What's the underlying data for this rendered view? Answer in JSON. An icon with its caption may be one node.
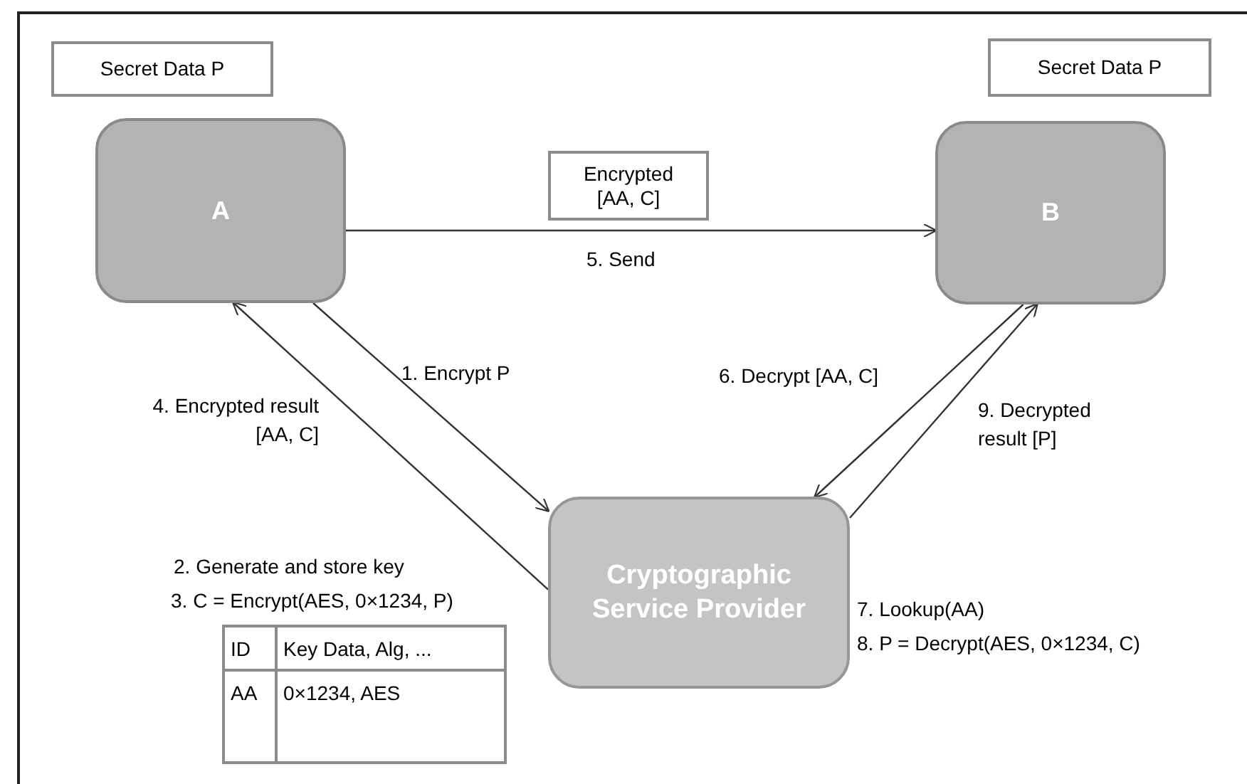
{
  "diagram": {
    "nodes": [
      {
        "text": [
          "Secret Data P"
        ]
      },
      {
        "text": [
          "Secret Data P"
        ]
      },
      {
        "text": [
          "A"
        ]
      },
      {
        "text": [
          "Encrypted [AA, C]"
        ]
      },
      {
        "text": [
          "B"
        ]
      },
      {
        "text": [
          "Cryptographic Service Provider"
        ]
      }
    ],
    "edges": [
      {
        "from": 2,
        "to": 4,
        "arrow": "to",
        "label": "5. Send"
      },
      {
        "from": 2,
        "to": 5,
        "arrow": "to",
        "label": "1. Encrypt P"
      },
      {
        "from": 5,
        "to": 2,
        "arrow": "to",
        "label": "4. Encrypted result [AA, C]"
      },
      {
        "from": 4,
        "to": 5,
        "arrow": "to",
        "label": "6. Decrypt [AA, C]"
      },
      {
        "from": 5,
        "to": 4,
        "arrow": "to",
        "label": "9. Decrypted result [P]"
      }
    ],
    "labels": [
      "2. Generate and store key",
      "3. C = Encrypt(AES, 0×1234, P)",
      "7. Lookup(AA)",
      "8. P = Decrypt(AES, 0×1234, C)",
      "ID",
      "Key Data, Alg, ...",
      "AA",
      "0×1234, AES"
    ]
  }
}
